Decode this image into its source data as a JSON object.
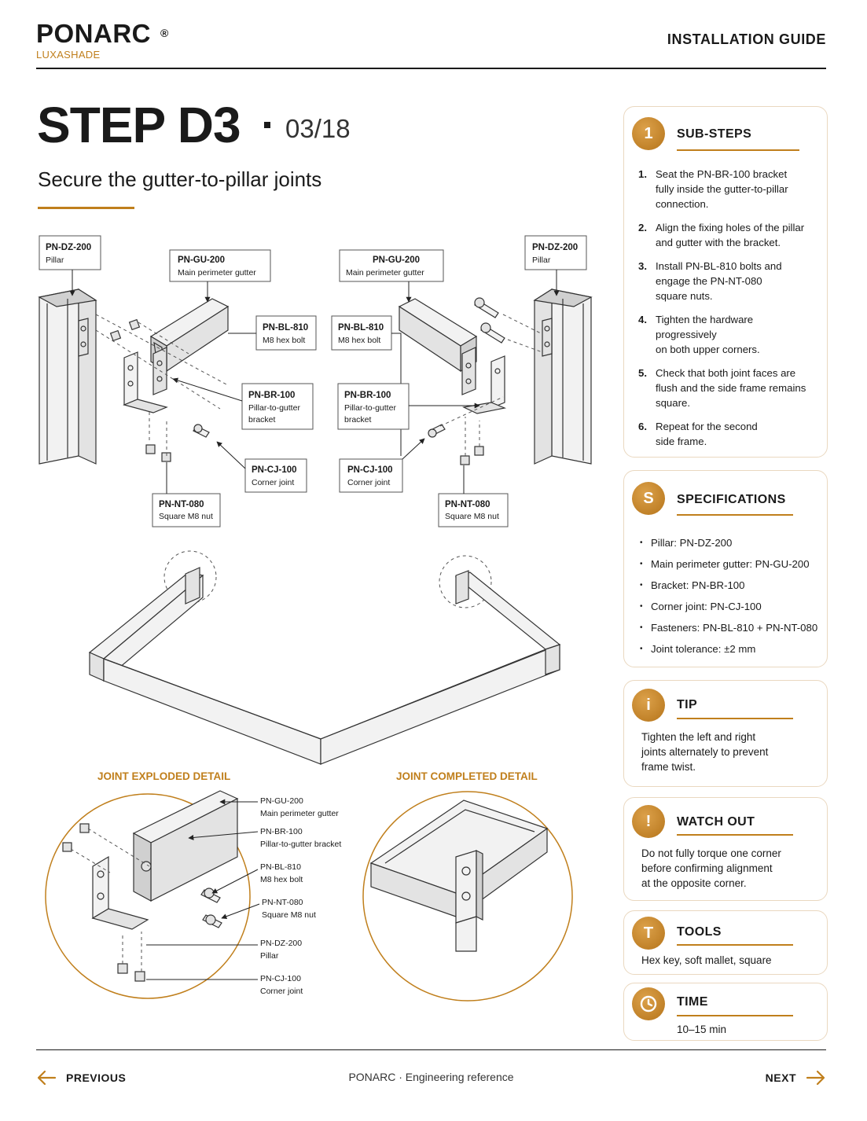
{
  "header": {
    "brand": "PONARC",
    "registered": "®",
    "brand_sub": "LUXASHADE",
    "doc_title": "INSTALLATION GUIDE"
  },
  "step": {
    "title": "STEP D3",
    "count": "03/18",
    "subtitle": "Secure the gutter-to-pillar joints"
  },
  "callouts": {
    "pillar_code": "PN-DZ-200",
    "pillar_name": "Pillar",
    "gutter_code": "PN-GU-200",
    "gutter_name": "Main perimeter gutter",
    "bolt_code": "PN-BL-810",
    "bolt_name": "M8 hex bolt",
    "bracket_code": "PN-BR-100",
    "bracket_name_1": "Pillar-to-gutter",
    "bracket_name_2": "bracket",
    "corner_code": "PN-CJ-100",
    "corner_name": "Corner joint",
    "nut_code": "PN-NT-080",
    "nut_name": "Square M8 nut"
  },
  "detail": {
    "exploded_title": "JOINT EXPLODED DETAIL",
    "completed_title": "JOINT COMPLETED DETAIL",
    "labels": [
      {
        "code": "PN-GU-200",
        "name": "Main perimeter gutter"
      },
      {
        "code": "PN-BR-100",
        "name": "Pillar-to-gutter bracket"
      },
      {
        "code": "PN-BL-810",
        "name": "M8 hex bolt"
      },
      {
        "code": "PN-NT-080",
        "name": "Square M8 nut"
      },
      {
        "code": "PN-DZ-200",
        "name": "Pillar"
      },
      {
        "code": "PN-CJ-100",
        "name": "Corner joint"
      }
    ]
  },
  "substeps": {
    "badge": "1",
    "title": "SUB-STEPS",
    "items": [
      {
        "num": "1.",
        "line1": "Seat the PN-BR-100 bracket",
        "line2": "fully inside the gutter-to-pillar",
        "line3": "connection."
      },
      {
        "num": "2.",
        "line1": "Align the fixing holes of the pillar",
        "line2": "and gutter with the bracket.",
        "line3": ""
      },
      {
        "num": "3.",
        "line1": "Install PN-BL-810 bolts and",
        "line2": "engage the PN-NT-080",
        "line3": "square nuts."
      },
      {
        "num": "4.",
        "line1": "Tighten the hardware progressively",
        "line2": "on both upper corners.",
        "line3": ""
      },
      {
        "num": "5.",
        "line1": "Check that both joint faces are",
        "line2": "flush and the side frame remains",
        "line3": "square."
      },
      {
        "num": "6.",
        "line1": "Repeat for the second",
        "line2": "side frame.",
        "line3": ""
      }
    ]
  },
  "specs": {
    "badge": "S",
    "title": "SPECIFICATIONS",
    "items": [
      "Pillar: PN-DZ-200",
      "Main perimeter gutter: PN-GU-200",
      "Bracket: PN-BR-100",
      "Corner joint: PN-CJ-100",
      "Fasteners: PN-BL-810 + PN-NT-080",
      "Joint tolerance: ±2 mm"
    ]
  },
  "tip": {
    "badge": "i",
    "title": "TIP",
    "line1": "Tighten the left and right",
    "line2": "joints alternately to prevent",
    "line3": "frame twist."
  },
  "watch": {
    "badge": "!",
    "title": "WATCH OUT",
    "line1": "Do not fully torque one corner",
    "line2": "before confirming alignment",
    "line3": "at the opposite corner."
  },
  "tools": {
    "badge": "T",
    "title": "TOOLS",
    "text": "Hex key, soft mallet, square"
  },
  "time": {
    "title": "TIME",
    "text": "10–15 min"
  },
  "footer": {
    "previous": "PREVIOUS",
    "center": "PONARC  ·  Engineering reference",
    "next": "NEXT"
  },
  "colors": {
    "accent": "#c07f1c",
    "card_border": "#ead8c0",
    "ink": "#1a1a1a"
  }
}
